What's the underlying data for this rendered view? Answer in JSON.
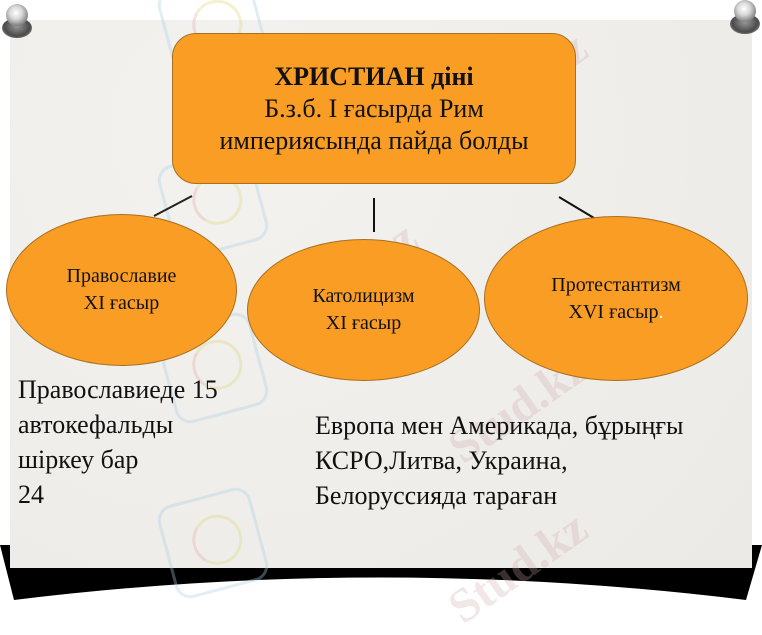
{
  "slide": {
    "main_box": {
      "title": "ХРИСТИАН діні",
      "line1": "Б.з.б. І ғасырда Рим",
      "line2": "империясында пайда болды"
    },
    "branches": [
      {
        "name": "Православие",
        "century": "XI ғасыр"
      },
      {
        "name": "Католицизм",
        "century": "XI ғасыр"
      },
      {
        "name": "Протестантизм",
        "century": "XVI ғасыр",
        "trailing": "."
      }
    ],
    "left_note": {
      "lines": [
        "Православиеде 15",
        "автокефальды",
        "шіркеу бар",
        "24"
      ]
    },
    "right_note": {
      "lines": [
        "Европа мен Америкада, бұрыңғы",
        "КСРО,Литва, Украина,",
        "Белоруссияда тараған"
      ]
    },
    "watermark_text": "Stud.kz",
    "colors": {
      "shape_fill": "#f99d25",
      "shape_border": "#a8701f",
      "paper": "#efeeeb",
      "shadow": "#000000"
    }
  }
}
